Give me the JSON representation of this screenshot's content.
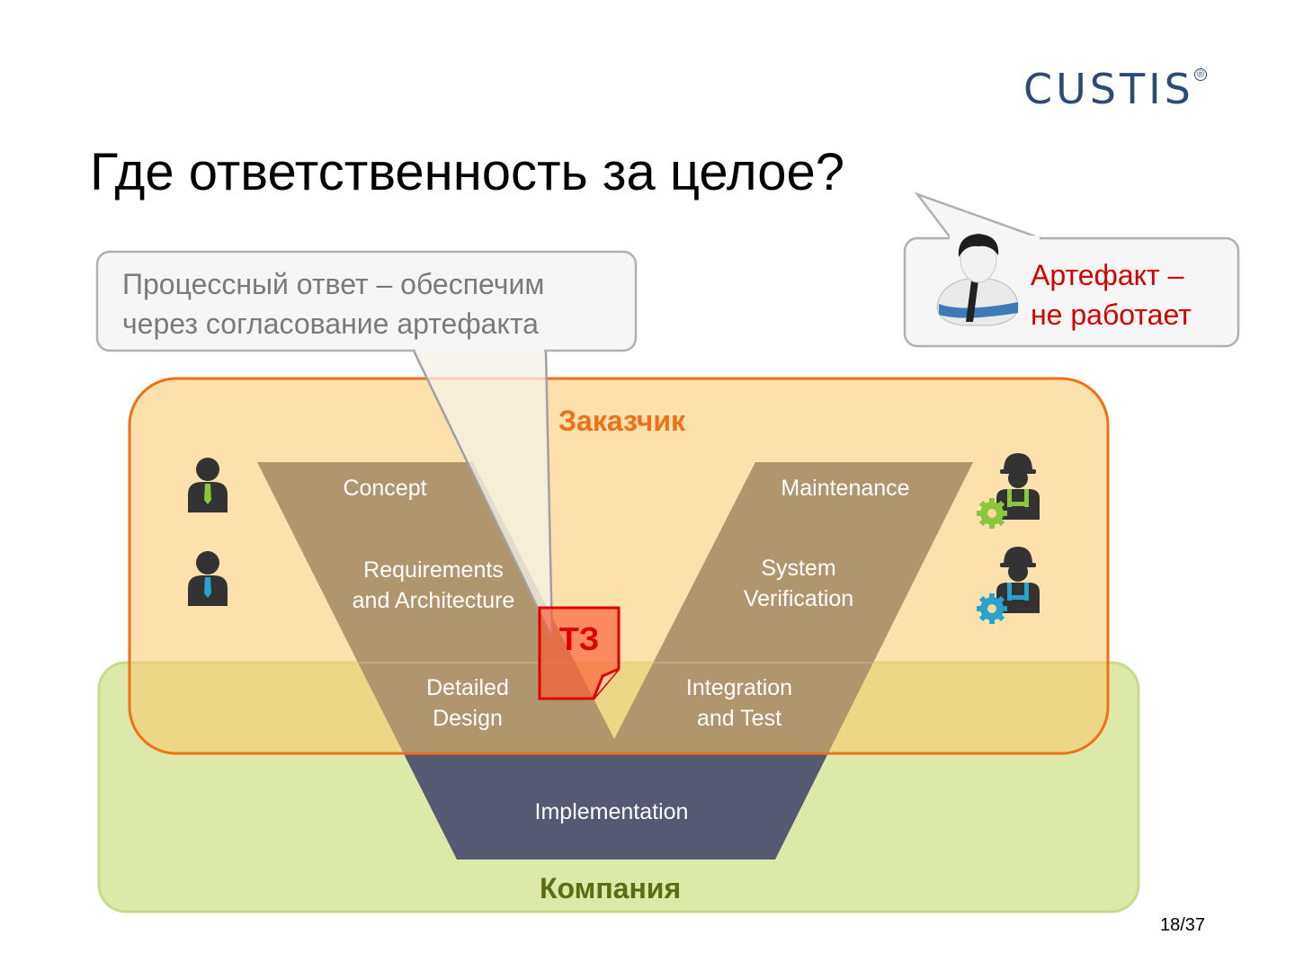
{
  "logo": {
    "text": "CUSTIS",
    "reg": "®"
  },
  "title": "Где ответственность за целое?",
  "callout_left": {
    "lines": [
      "Процессный ответ – обеспечим",
      "через согласование артефакта"
    ]
  },
  "callout_right": {
    "lines": [
      "Артефакт –",
      "не работает"
    ]
  },
  "regions": {
    "client": "Заказчик",
    "company": "Компания"
  },
  "stages": {
    "concept": "Concept",
    "requirements": [
      "Requirements",
      "and Architecture"
    ],
    "detailed_design": [
      "Detailed",
      "Design"
    ],
    "implementation": "Implementation",
    "maintenance": "Maintenance",
    "system_verification": [
      "System",
      "Verification"
    ],
    "integration": [
      "Integration",
      "and Test"
    ]
  },
  "artifact": {
    "label": "ТЗ"
  },
  "page_number": "18/37",
  "colors": {
    "client_fill": "#fadb9a",
    "client_border": "#f07018",
    "company_fill": "#dce9a8",
    "company_border": "#c4dc8c",
    "v_model": "#555a72",
    "logo": "#2e4a72",
    "alert_text": "#d40000"
  }
}
